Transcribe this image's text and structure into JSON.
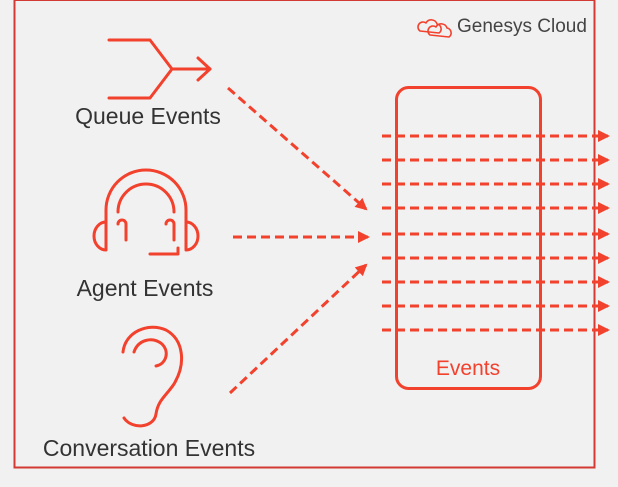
{
  "brand": {
    "name": "Genesys Cloud",
    "icon": "cloud-icon"
  },
  "sources": [
    {
      "label": "Queue Events",
      "icon": "branching-arrow-icon"
    },
    {
      "label": "Agent Events",
      "icon": "headset-icon"
    },
    {
      "label": "Conversation Events",
      "icon": "ear-icon"
    }
  ],
  "events_box": {
    "label": "Events"
  },
  "colors": {
    "accent": "#f2412d",
    "background": "#f1f1f1",
    "frame": "#d23a33",
    "text": "#333333"
  }
}
